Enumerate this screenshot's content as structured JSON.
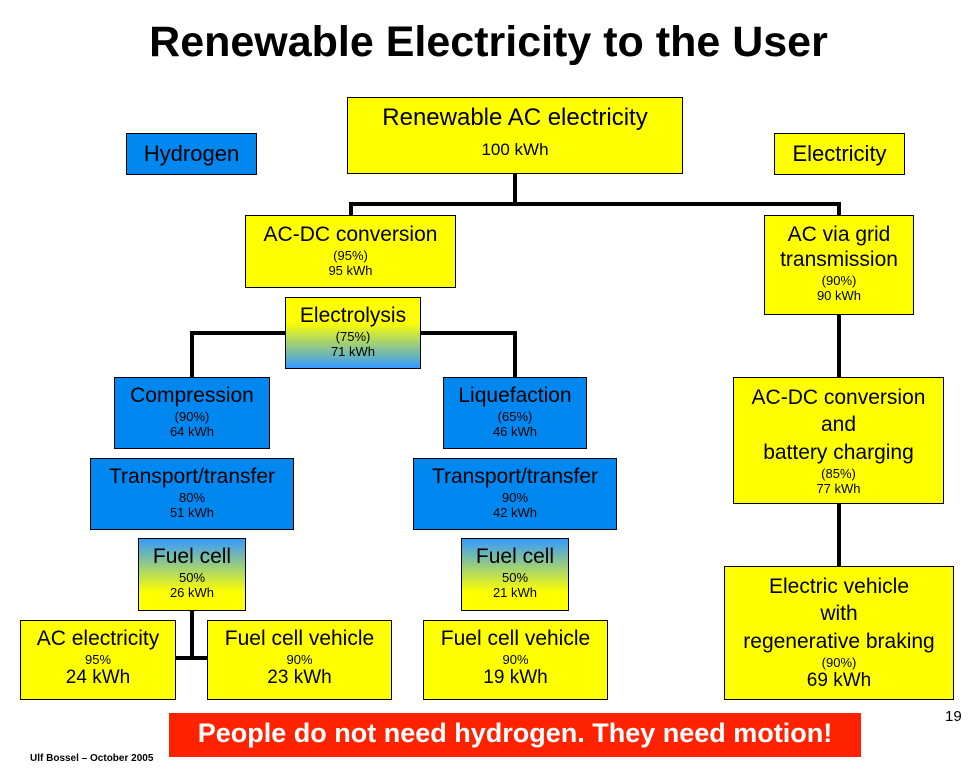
{
  "title": "Renewable Electricity to the User",
  "labels": {
    "hydrogen": "Hydrogen",
    "electricity": "Electricity"
  },
  "nodes": {
    "source": {
      "label": "Renewable AC electricity",
      "energy": "100 kWh"
    },
    "acdc": {
      "label": "AC-DC conversion",
      "efficiency": "(95%)",
      "energy": "95 kWh"
    },
    "grid": {
      "label1": "AC via grid",
      "label2": "transmission",
      "efficiency": "(90%)",
      "energy": "90 kWh"
    },
    "electrolysis": {
      "label": "Electrolysis",
      "efficiency": "(75%)",
      "energy": "71 kWh"
    },
    "compression": {
      "label": "Compression",
      "efficiency": "(90%)",
      "energy": "64 kWh"
    },
    "liquefaction": {
      "label": "Liquefaction",
      "efficiency": "(65%)",
      "energy": "46 kWh"
    },
    "transport_left": {
      "label": "Transport/transfer",
      "efficiency": "80%",
      "energy": "51 kWh"
    },
    "transport_right": {
      "label": "Transport/transfer",
      "efficiency": "90%",
      "energy": "42 kWh"
    },
    "fuelcell_left": {
      "label": "Fuel cell",
      "efficiency": "50%",
      "energy": "26 kWh"
    },
    "fuelcell_right": {
      "label": "Fuel cell",
      "efficiency": "50%",
      "energy": "21 kWh"
    },
    "ac_electricity": {
      "label": "AC electricity",
      "efficiency": "95%",
      "energy": "24 kWh"
    },
    "fcv_left": {
      "label": "Fuel cell vehicle",
      "efficiency": "90%",
      "energy": "23 kWh"
    },
    "fcv_right": {
      "label": "Fuel cell vehicle",
      "efficiency": "90%",
      "energy": "19 kWh"
    },
    "battery": {
      "label1": "AC-DC conversion",
      "label2": "and",
      "label3": "battery charging",
      "efficiency": "(85%)",
      "energy": "77 kWh"
    },
    "ev": {
      "label1": "Electric vehicle",
      "label2": "with",
      "label3": "regenerative braking",
      "efficiency": "(90%)",
      "energy": "69 kWh"
    }
  },
  "banner": "People do not need hydrogen. They need motion!",
  "footer": "Ulf Bossel – October 2005",
  "page_number": "19",
  "colors": {
    "yellow": "#ffff00",
    "blue": "#0088f0",
    "banner": "#ff2200"
  }
}
